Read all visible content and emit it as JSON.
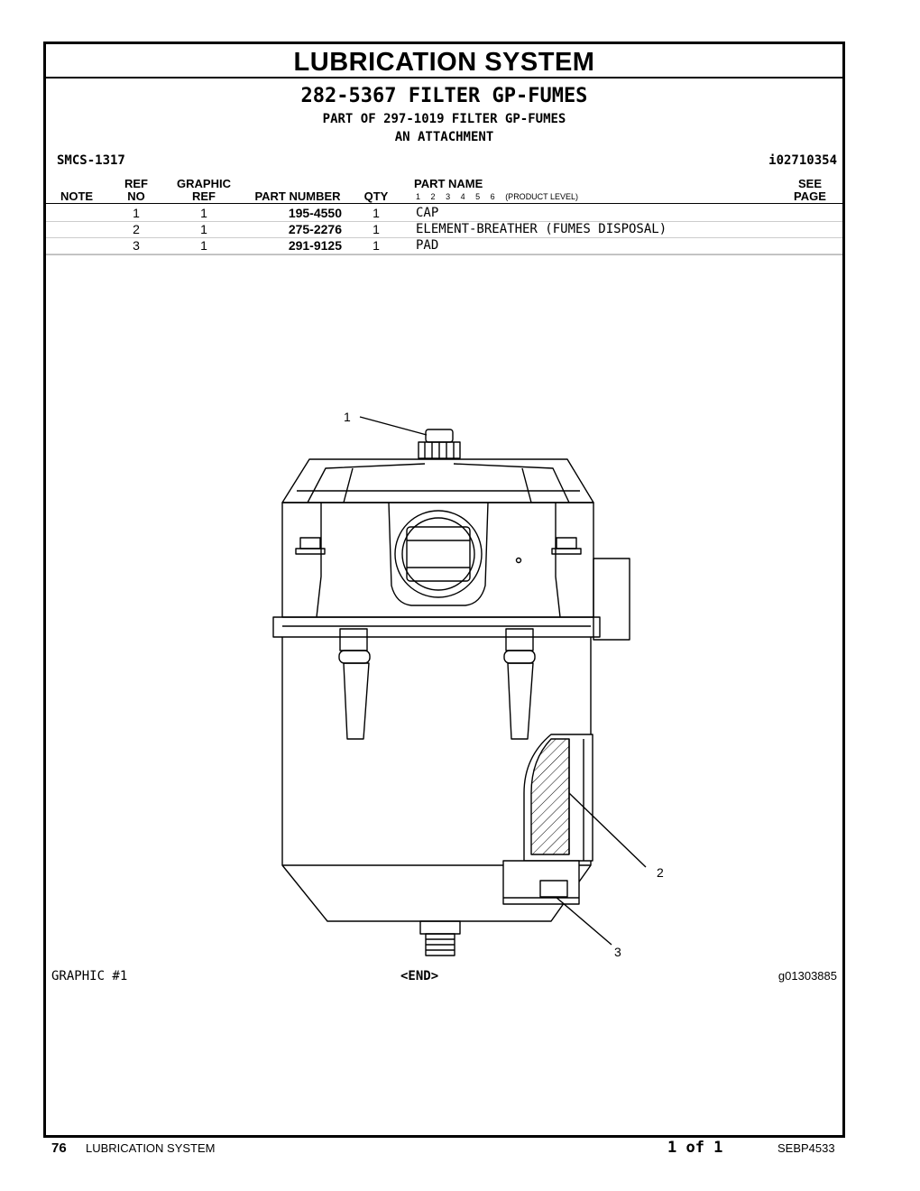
{
  "title": "LUBRICATION SYSTEM",
  "group": {
    "title": "282-5367 FILTER GP-FUMES",
    "part_of": "PART OF 297-1019 FILTER GP-FUMES",
    "attachment": "AN ATTACHMENT"
  },
  "smcs": "SMCS-1317",
  "info_id": "i02710354",
  "columns": {
    "note": "NOTE",
    "ref_no": [
      "REF",
      "NO"
    ],
    "graphic_ref": [
      "GRAPHIC",
      "REF"
    ],
    "part_number": "PART NUMBER",
    "qty": "QTY",
    "part_name": "PART NAME",
    "product_levels": [
      "1",
      "2",
      "3",
      "4",
      "5",
      "6"
    ],
    "product_level_label": "(PRODUCT LEVEL)",
    "see_page": [
      "SEE",
      "PAGE"
    ]
  },
  "parts": [
    {
      "ref_no": "1",
      "graphic_ref": "1",
      "part_number": "195-4550",
      "qty": "1",
      "name": "CAP"
    },
    {
      "ref_no": "2",
      "graphic_ref": "1",
      "part_number": "275-2276",
      "qty": "1",
      "name": "ELEMENT-BREATHER (FUMES DISPOSAL)"
    },
    {
      "ref_no": "3",
      "graphic_ref": "1",
      "part_number": "291-9125",
      "qty": "1",
      "name": "PAD"
    }
  ],
  "callouts": [
    "1",
    "2",
    "3"
  ],
  "graphic_label": "GRAPHIC #1",
  "end_marker": "<END>",
  "graphic_id": "g01303885",
  "footer": {
    "page_number": "76",
    "section": "LUBRICATION SYSTEM",
    "page_of": "1 of 1",
    "doc_id": "SEBP4533"
  }
}
